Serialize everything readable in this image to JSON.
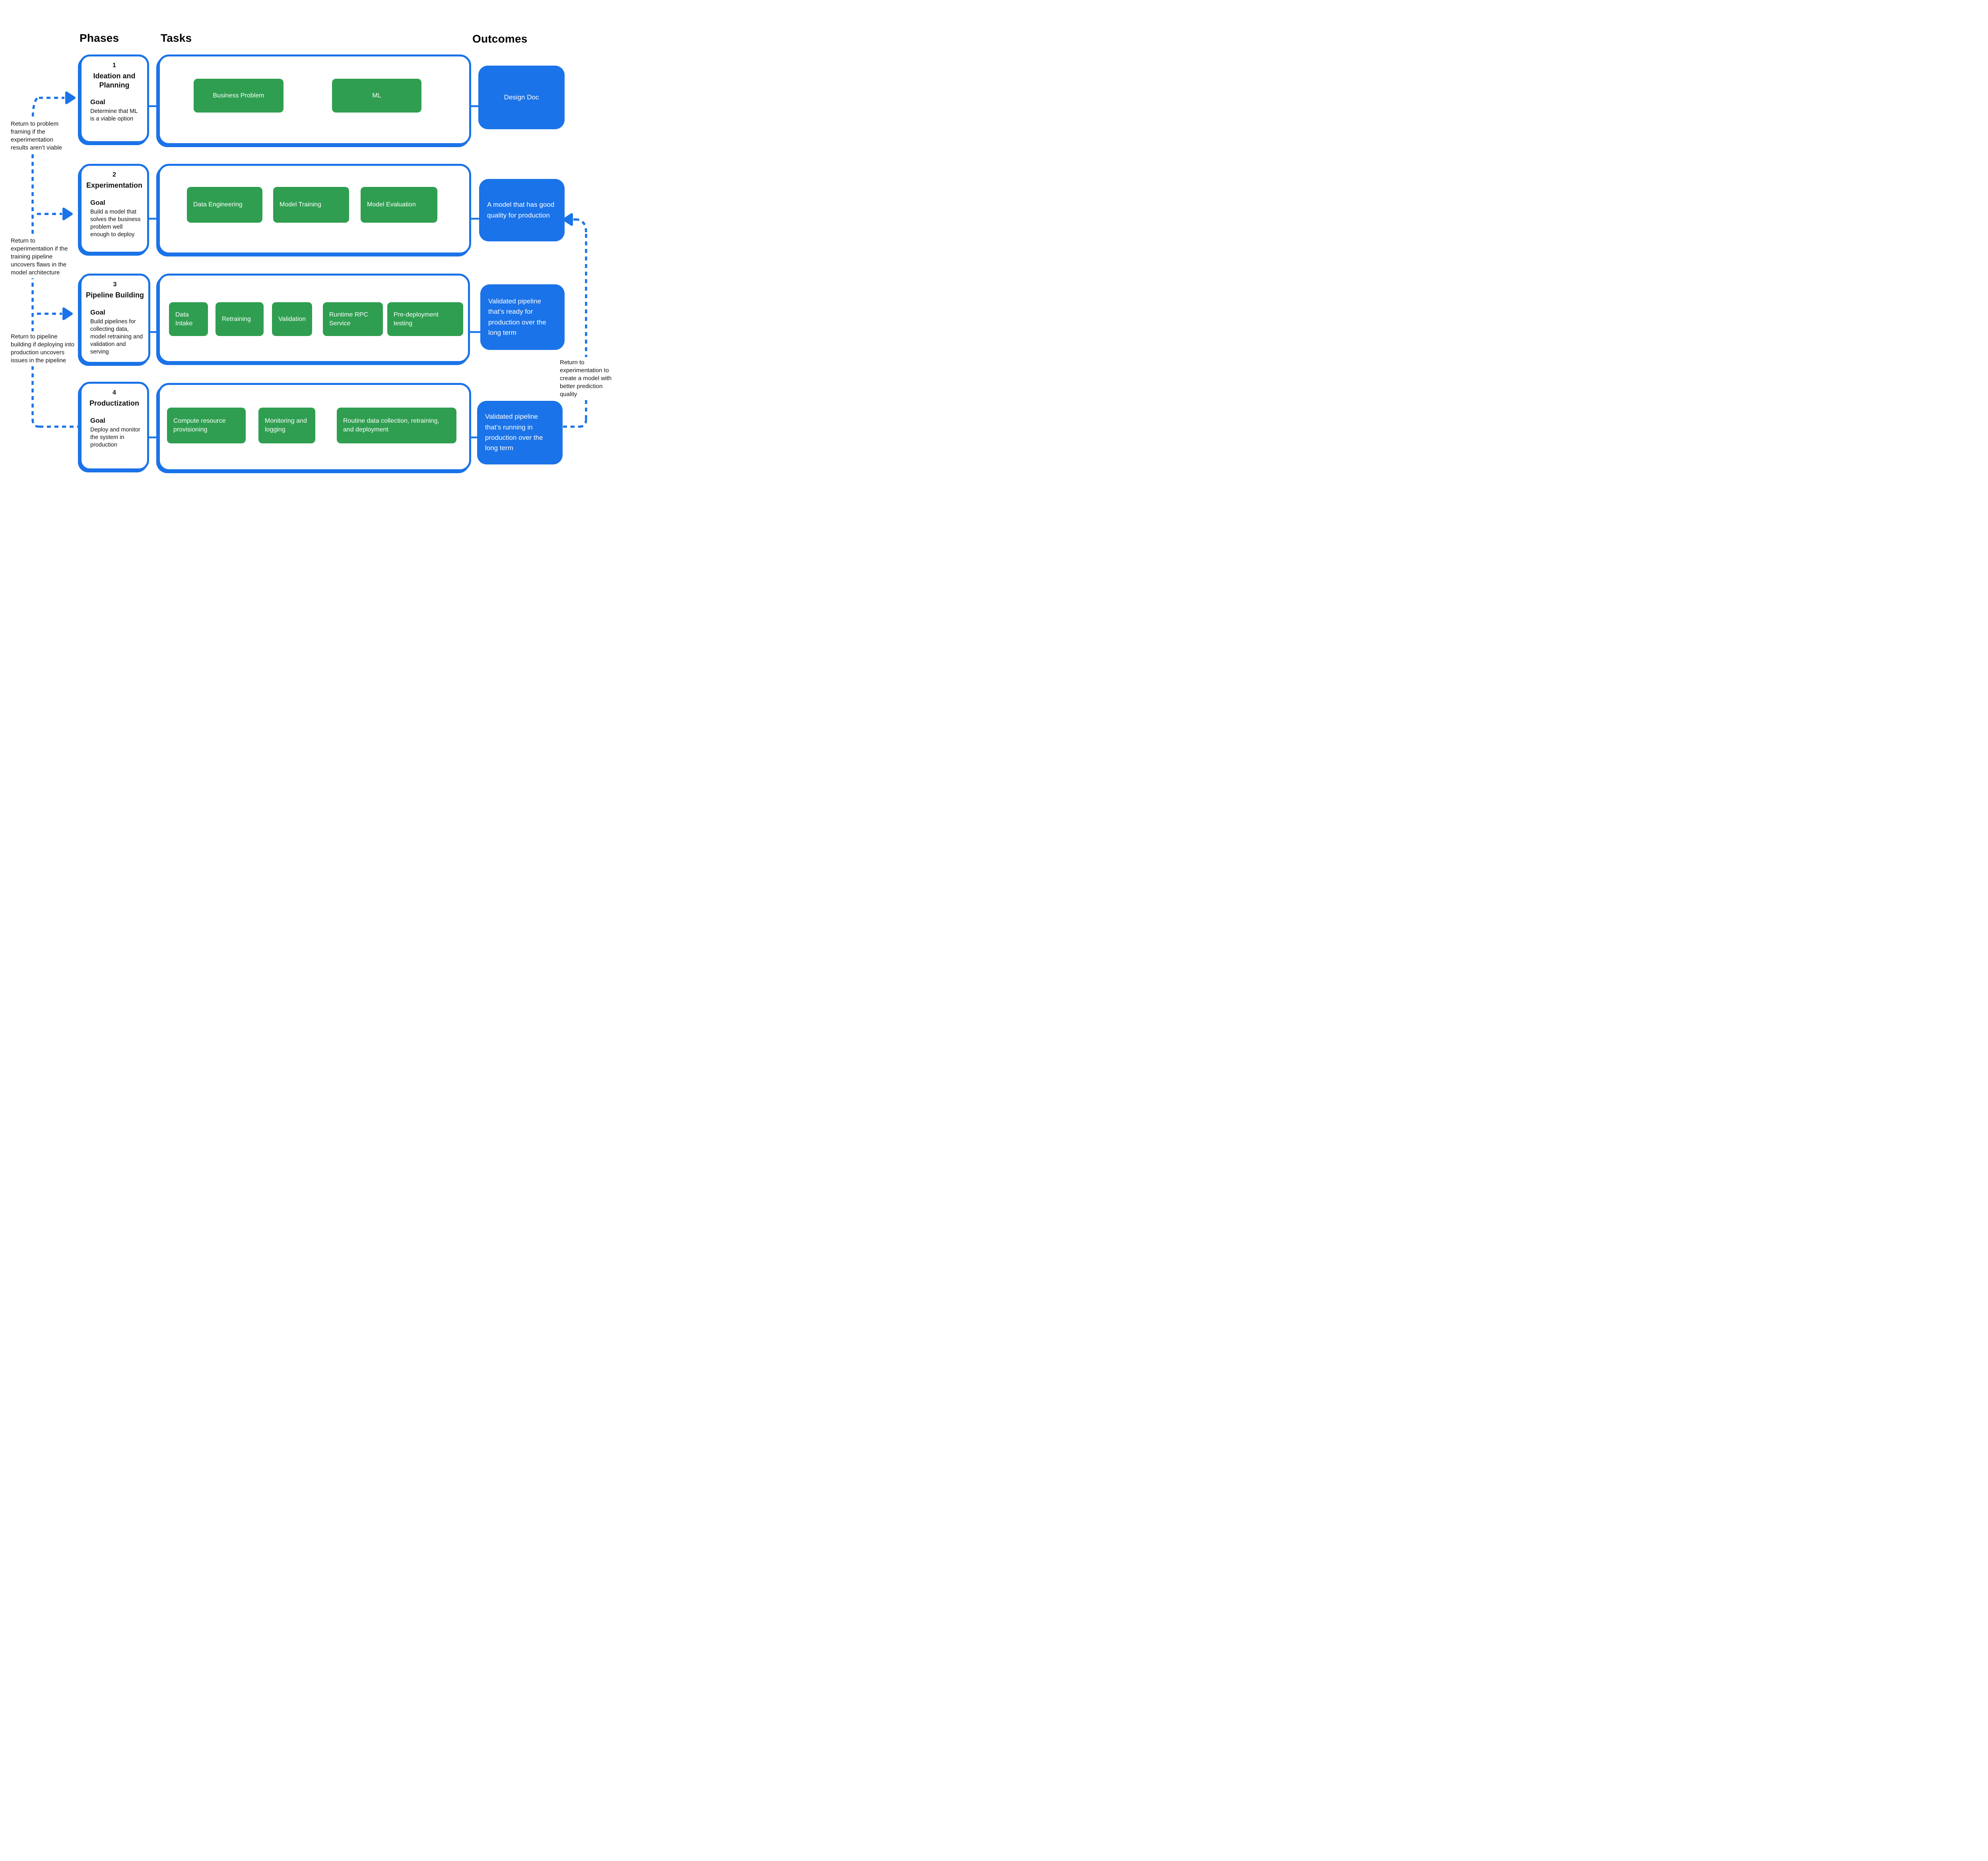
{
  "headers": {
    "phases": "Phases",
    "tasks": "Tasks",
    "outcomes": "Outcomes"
  },
  "colors": {
    "accent_blue": "#1A73E8",
    "task_green": "#2F9E50",
    "text_black": "#111111"
  },
  "icons": {
    "return_arrowhead": "triangle-arrow",
    "loop_arrow": "cycle-arrow"
  },
  "phases": [
    {
      "number": "1",
      "title": "Ideation and Planning",
      "goal_label": "Goal",
      "goal": "Determine that ML is a viable option",
      "tasks": [
        "Business Problem",
        "ML"
      ],
      "outcome": "Design Doc"
    },
    {
      "number": "2",
      "title": "Experimentation",
      "goal_label": "Goal",
      "goal": "Build a model that solves the business problem well enough to deploy",
      "tasks": [
        "Data Engineering",
        "Model Training",
        "Model Evaluation"
      ],
      "outcome": "A model that has good quality for production"
    },
    {
      "number": "3",
      "title": "Pipeline Building",
      "goal_label": "Goal",
      "goal": "Build pipelines for collecting data, model retraining and validation and serving",
      "tasks": [
        "Data Intake",
        "Retraining",
        "Validation",
        "Runtime RPC Service",
        "Pre-deployment testing"
      ],
      "outcome": "Validated pipeline that’s ready for production over the long term"
    },
    {
      "number": "4",
      "title": "Productization",
      "goal_label": "Goal",
      "goal": "Deploy and monitor the system in production",
      "tasks": [
        "Compute resource provisioning",
        "Monitoring and logging",
        "Routine data collection, retraining, and deployment"
      ],
      "outcome": "Validated pipeline that’s running in production over the long term"
    }
  ],
  "annotations": {
    "left": [
      "Return to problem framing if the experimentation results aren’t viable",
      "Return to experimentation if the training pipeline uncovers flaws in the model architecture",
      "Return to pipeline building if deploying into production uncovers issues in the pipeline"
    ],
    "right": "Return to experimentation to create a model with better prediction quality"
  }
}
